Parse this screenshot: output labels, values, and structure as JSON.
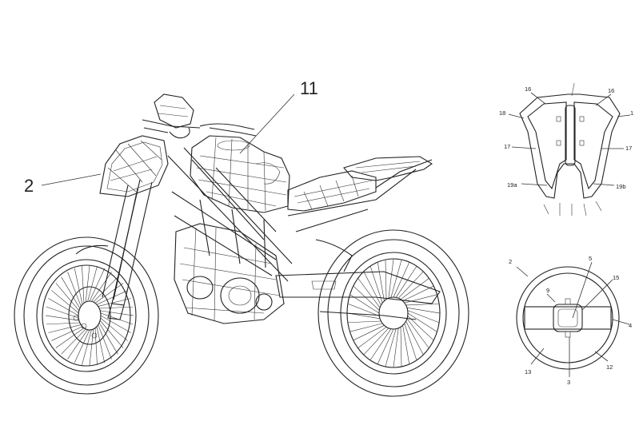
{
  "main_figure": {
    "labels": {
      "headlight": "2",
      "fuel_tank": "11"
    }
  },
  "tank_detail": {
    "labels": [
      "16",
      "16",
      "18",
      "1",
      "17",
      "17",
      "19a",
      "19b"
    ]
  },
  "headlight_detail": {
    "labels": [
      "2",
      "5",
      "15",
      "9",
      "4",
      "13",
      "12",
      "3"
    ]
  }
}
